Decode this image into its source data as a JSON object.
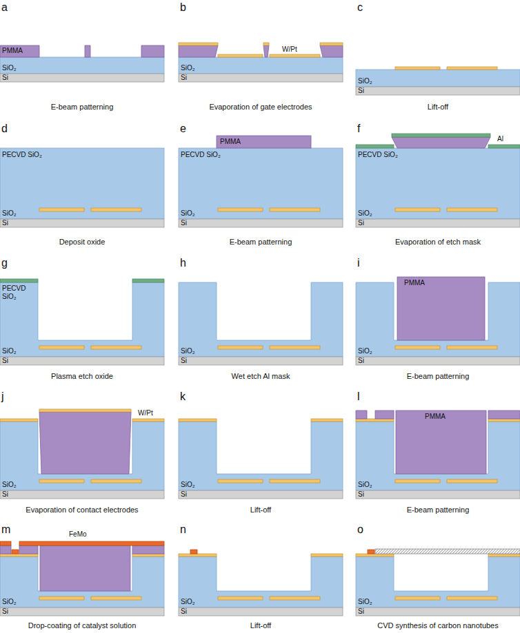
{
  "diagram": {
    "labels": [
      "a",
      "PMMA",
      "SiO₂",
      "Si",
      "E-beam patterning",
      "b",
      "W/Pt",
      "SiO₂",
      "Si",
      "Evaporation of gate electrodes",
      "c",
      "SiO₂",
      "Si",
      "Lift-off",
      "d",
      "PECVD SiO₂",
      "SiO₂",
      "Si",
      "Deposit oxide",
      "e",
      "PMMA",
      "PECVD SiO₂",
      "SiO₂",
      "Si",
      "E-beam patterning",
      "f",
      "Al",
      "PECVD SiO₂",
      "SiO₂",
      "Si",
      "Evaporation of etch mask",
      "g",
      "PECVD SiO₂",
      "SiO₂",
      "Si",
      "Plasma etch oxide",
      "h",
      "SiO₂",
      "Si",
      "Wet etch Al mask",
      "i",
      "PMMA",
      "SiO₂",
      "Si",
      "E-beam patterning",
      "j",
      "W/Pt",
      "SiO₂",
      "Si",
      "Evaporation of contact electrodes",
      "k",
      "SiO₂",
      "Si",
      "Lift-off",
      "l",
      "PMMA",
      "SiO₂",
      "Si",
      "E-beam patterning",
      "m",
      "FeMo",
      "SiO₂",
      "Si",
      "Drop-coating of catalyst solution",
      "n",
      "SiO₂",
      "Si",
      "Lift-off",
      "o",
      "SiO₂",
      "Si",
      "CVD synthesis of carbon nanotubes"
    ]
  }
}
